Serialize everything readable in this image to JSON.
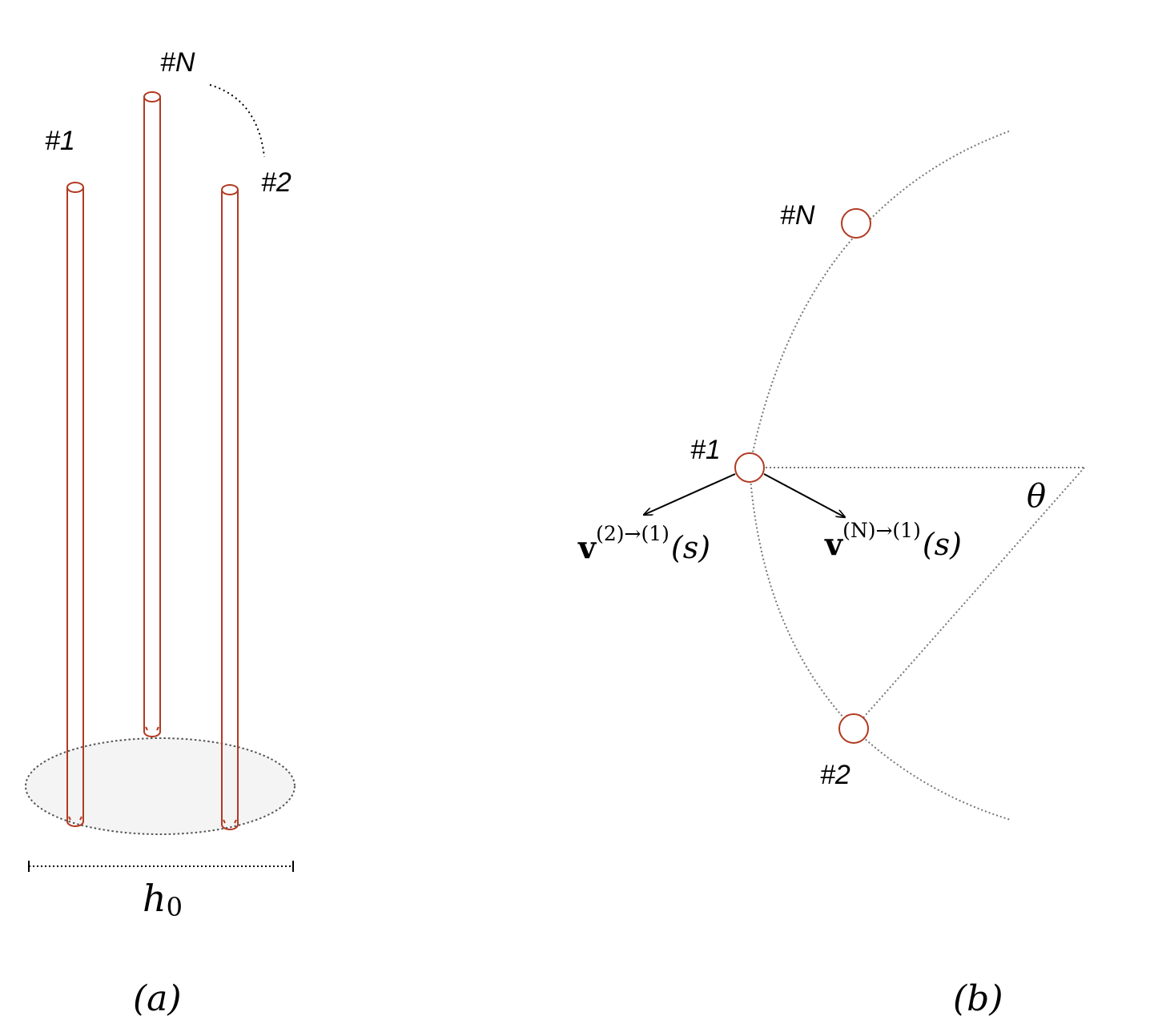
{
  "colors": {
    "rod": "#b23a22",
    "guide": "#777777",
    "ink": "#000000"
  },
  "panel_a": {
    "labels": {
      "rod1": "#1",
      "rodN": "#N",
      "rod2": "#2"
    },
    "dimension": {
      "symbol": "h",
      "subscript": "0"
    },
    "caption": "(a)"
  },
  "panel_b": {
    "labels": {
      "node1": "#1",
      "nodeN": "#N",
      "node2": "#2",
      "angle": "θ"
    },
    "vector_left": {
      "symbol": "v",
      "superscript": "(2)→(1)",
      "argument": "(s)"
    },
    "vector_right": {
      "symbol": "v",
      "superscript": "(N)→(1)",
      "argument": "(s)"
    },
    "caption": "(b)"
  }
}
